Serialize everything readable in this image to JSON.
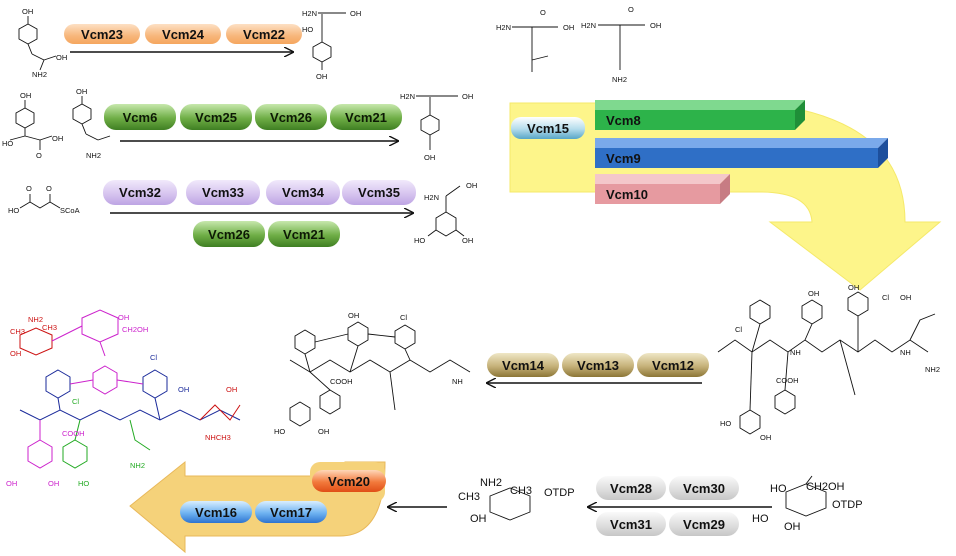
{
  "enzymes": {
    "vcm23": "Vcm23",
    "vcm24": "Vcm24",
    "vcm22": "Vcm22",
    "vcm6": "Vcm6",
    "vcm25": "Vcm25",
    "vcm26a": "Vcm26",
    "vcm21a": "Vcm21",
    "vcm32": "Vcm32",
    "vcm33": "Vcm33",
    "vcm34": "Vcm34",
    "vcm35": "Vcm35",
    "vcm26b": "Vcm26",
    "vcm21b": "Vcm21",
    "vcm15": "Vcm15",
    "vcm8": "Vcm8",
    "vcm9": "Vcm9",
    "vcm10": "Vcm10",
    "vcm14": "Vcm14",
    "vcm13": "Vcm13",
    "vcm12": "Vcm12",
    "vcm28": "Vcm28",
    "vcm30": "Vcm30",
    "vcm31": "Vcm31",
    "vcm29": "Vcm29",
    "vcm20": "Vcm20",
    "vcm16": "Vcm16",
    "vcm17": "Vcm17"
  },
  "chem_labels": {
    "oh": "OH",
    "nh2": "NH2",
    "h2n": "H2N",
    "ho": "HO",
    "o": "O",
    "scoa": "SCoA",
    "otdp": "OTDP",
    "ch2oh": "CH2OH",
    "ch3": "CH3",
    "cl": "Cl",
    "cooh": "COOH",
    "nh": "NH",
    "nhch3": "NHCH3"
  },
  "colors": {
    "big_arrow": "#fdf58a",
    "bar8": "#2db34a",
    "bar9": "#2f6fc6",
    "bar10": "#e69aa0",
    "sugar_red": "#cc1111",
    "magenta": "#cc22cc",
    "navy": "#1a2a9a",
    "green": "#22aa22"
  }
}
